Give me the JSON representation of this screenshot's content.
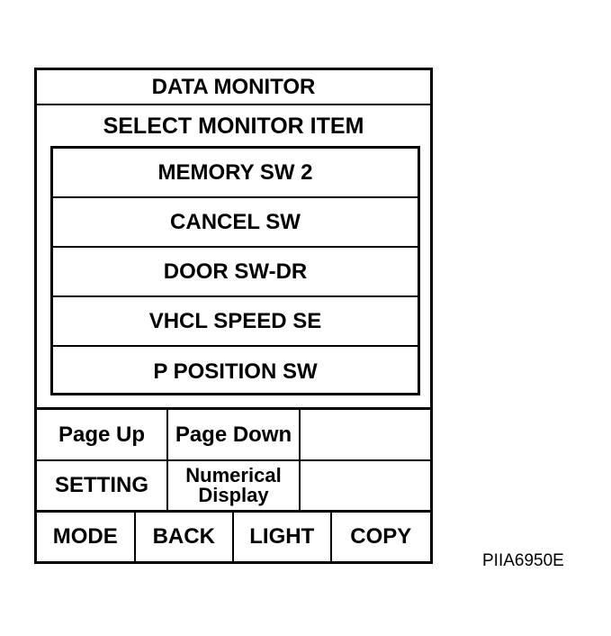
{
  "header": {
    "title": "DATA MONITOR",
    "subtitle": "SELECT MONITOR ITEM"
  },
  "monitor_items": [
    {
      "label": "MEMORY SW 2"
    },
    {
      "label": "CANCEL SW"
    },
    {
      "label": "DOOR SW-DR"
    },
    {
      "label": "VHCL SPEED SE"
    },
    {
      "label": "P POSITION SW"
    }
  ],
  "buttons": {
    "page_up": "Page Up",
    "page_down": "Page Down",
    "setting": "SETTING",
    "numerical_display_line1": "Numerical",
    "numerical_display_line2": "Display",
    "mode": "MODE",
    "back": "BACK",
    "light": "LIGHT",
    "copy": "COPY"
  },
  "reference_code": "PIIA6950E"
}
